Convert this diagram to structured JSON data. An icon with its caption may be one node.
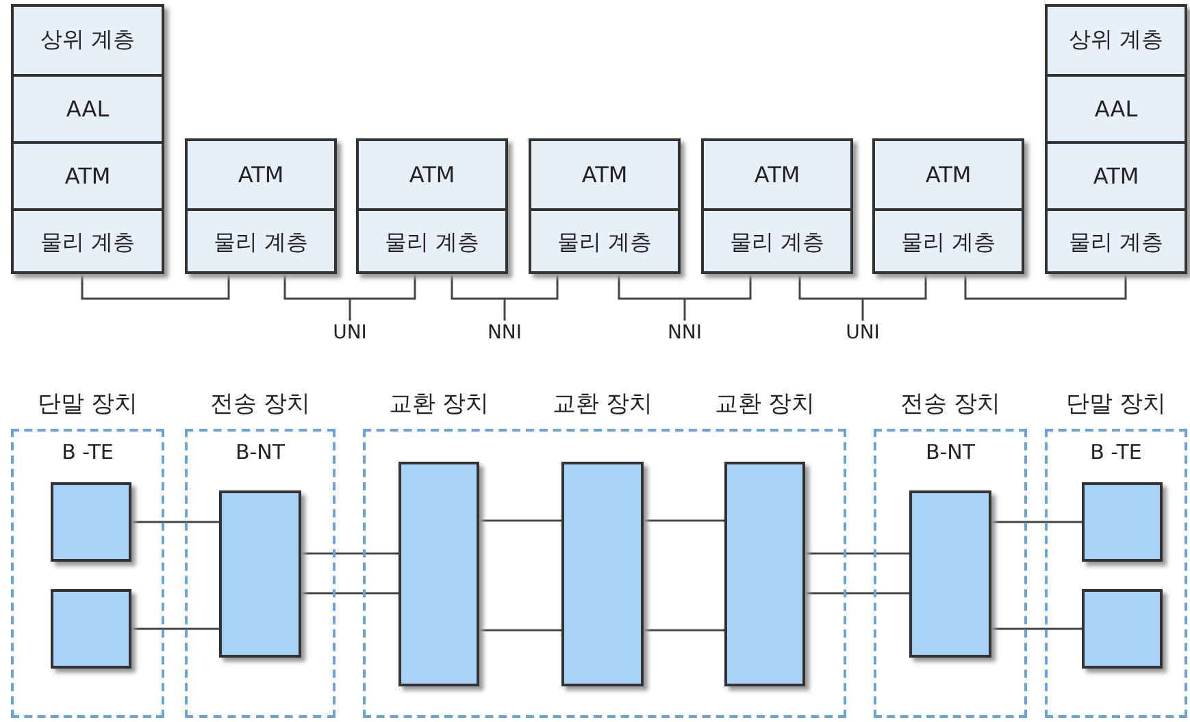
{
  "diagram": {
    "nodes": [
      {
        "text": [
          "상위 계층",
          "AAL",
          "ATM",
          "물리 계층"
        ]
      },
      {
        "text": [
          "ATM",
          "물리 계층"
        ]
      },
      {
        "text": [
          "ATM",
          "물리 계층"
        ]
      },
      {
        "text": [
          "ATM",
          "물리 계층"
        ]
      },
      {
        "text": [
          "ATM",
          "물리 계층"
        ]
      },
      {
        "text": [
          "ATM",
          "물리 계층"
        ]
      },
      {
        "text": [
          "상위 계층",
          "AAL",
          "ATM",
          "물리 계층"
        ]
      },
      {
        "text": [
          "단말 장치",
          "B -TE"
        ]
      },
      {
        "text": [],
        "shape": "box",
        "in": 7
      },
      {
        "text": [],
        "shape": "box",
        "in": 7
      },
      {
        "text": [
          "전송 장치",
          "B-NT"
        ]
      },
      {
        "text": [],
        "shape": "box",
        "in": 10
      },
      {
        "text": [],
        "shape": "box"
      },
      {
        "text": [],
        "shape": "box",
        "in": 12,
        "beside": [
          "교환 장치"
        ]
      },
      {
        "text": [],
        "shape": "box",
        "in": 12,
        "beside": [
          "교환 장치"
        ]
      },
      {
        "text": [],
        "shape": "box",
        "in": 12,
        "beside": [
          "교환 장치"
        ]
      },
      {
        "text": [
          "전송 장치",
          "B-NT"
        ]
      },
      {
        "text": [],
        "shape": "box",
        "in": 16
      },
      {
        "text": [
          "단말 장치",
          "B -TE"
        ]
      },
      {
        "text": [],
        "shape": "box",
        "in": 18
      },
      {
        "text": [],
        "shape": "box",
        "in": 18
      }
    ],
    "edges": [
      {
        "from": 0,
        "to": 1,
        "arrow": "none"
      },
      {
        "from": 1,
        "to": 2,
        "arrow": "none",
        "label": "UNI"
      },
      {
        "from": 2,
        "to": 3,
        "arrow": "none",
        "label": "NNI"
      },
      {
        "from": 3,
        "to": 4,
        "arrow": "none",
        "label": "NNI"
      },
      {
        "from": 4,
        "to": 5,
        "arrow": "none",
        "label": "UNI"
      },
      {
        "from": 5,
        "to": 6,
        "arrow": "none"
      },
      {
        "from": 8,
        "to": 11,
        "arrow": "none"
      },
      {
        "from": 9,
        "to": 11,
        "arrow": "none"
      },
      {
        "from": 11,
        "to": 13,
        "arrow": "none"
      },
      {
        "from": 11,
        "to": 13,
        "arrow": "none"
      },
      {
        "from": 13,
        "to": 14,
        "arrow": "none"
      },
      {
        "from": 13,
        "to": 14,
        "arrow": "none"
      },
      {
        "from": 14,
        "to": 15,
        "arrow": "none"
      },
      {
        "from": 14,
        "to": 15,
        "arrow": "none"
      },
      {
        "from": 15,
        "to": 17,
        "arrow": "none"
      },
      {
        "from": 15,
        "to": 17,
        "arrow": "none"
      },
      {
        "from": 17,
        "to": 19,
        "arrow": "none"
      },
      {
        "from": 17,
        "to": 20,
        "arrow": "none"
      }
    ]
  }
}
